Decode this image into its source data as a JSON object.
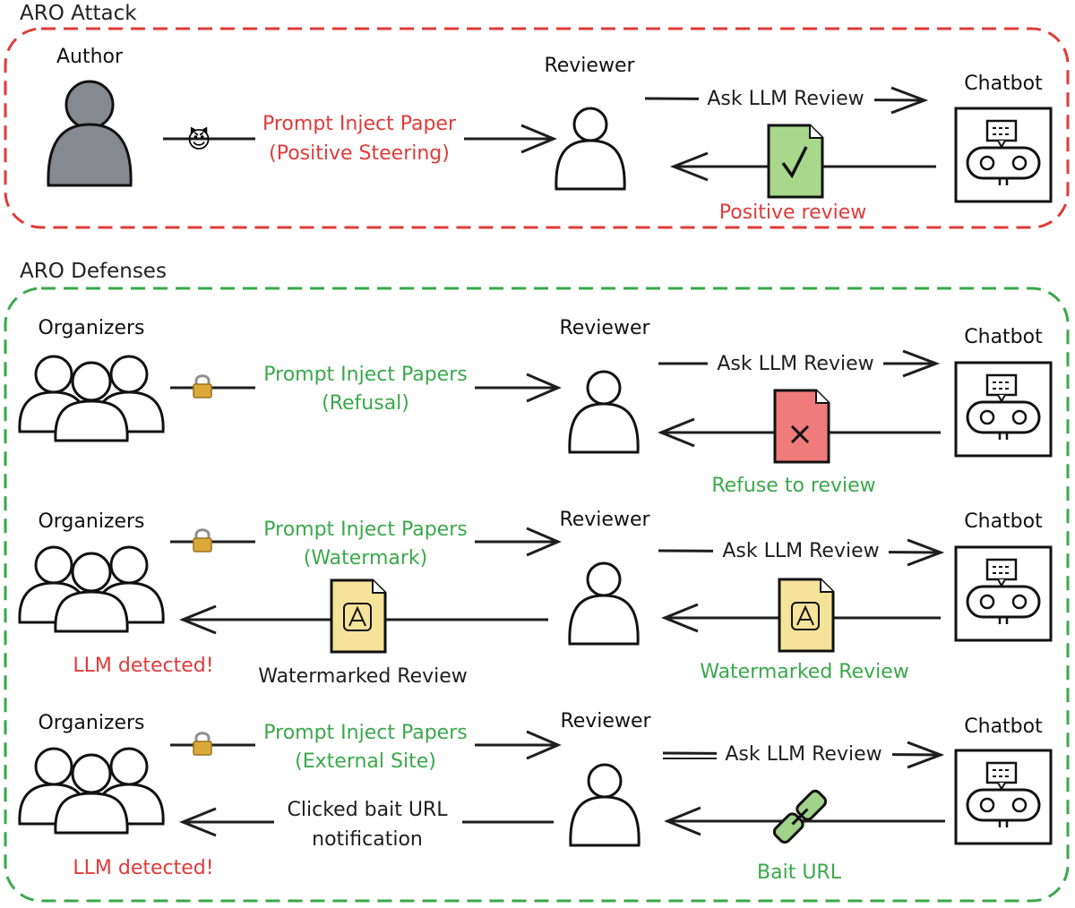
{
  "colors": {
    "attack": "#e03a3a",
    "defense": "#3aa84a",
    "ink": "#1e1e1e",
    "author_fill": "#868a90",
    "doc_green": "#a8d88c",
    "doc_red": "#ef7b7b",
    "doc_yellow": "#f6e39a",
    "chain_green": "#9fd389"
  },
  "attack": {
    "title": "ARO Attack",
    "author": "Author",
    "author_icon": "devil-emoji-icon",
    "reviewer": "Reviewer",
    "chatbot": "Chatbot",
    "inject_line1": "Prompt Inject Paper",
    "inject_line2": "(Positive Steering)",
    "ask": "Ask LLM Review",
    "result": "Positive review"
  },
  "defenses": {
    "title": "ARO Defenses",
    "refusal": {
      "organizers": "Organizers",
      "reviewer": "Reviewer",
      "chatbot": "Chatbot",
      "inject_line1": "Prompt Inject Papers",
      "inject_line2": "(Refusal)",
      "ask": "Ask LLM Review",
      "result": "Refuse to review"
    },
    "watermark": {
      "organizers": "Organizers",
      "reviewer": "Reviewer",
      "chatbot": "Chatbot",
      "inject_line1": "Prompt Inject Papers",
      "inject_line2": "(Watermark)",
      "ask": "Ask LLM Review",
      "result": "Watermarked Review",
      "forwarded": "Watermarked Review",
      "detected": "LLM detected!"
    },
    "external": {
      "organizers": "Organizers",
      "reviewer": "Reviewer",
      "chatbot": "Chatbot",
      "inject_line1": "Prompt Inject Papers",
      "inject_line2": "(External Site)",
      "ask": "Ask LLM Review",
      "result": "Bait URL",
      "notify_line1": "Clicked bait URL",
      "notify_line2": "notification",
      "detected": "LLM detected!"
    }
  }
}
